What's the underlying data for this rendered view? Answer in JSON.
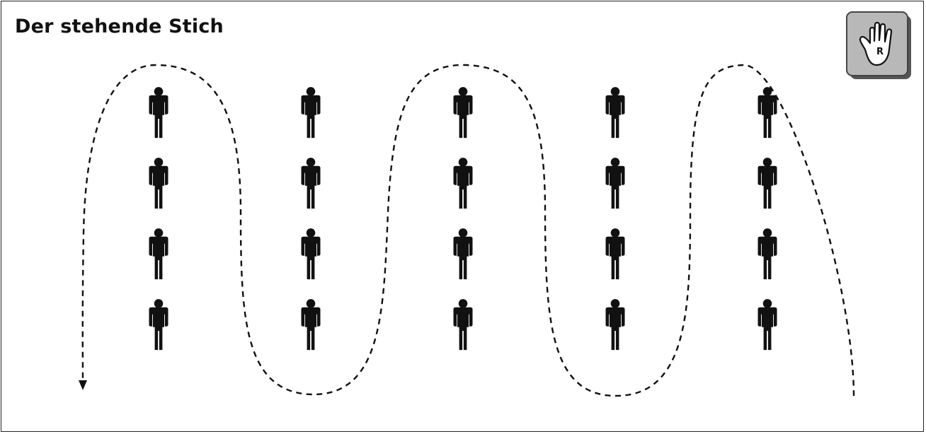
{
  "title": "Der stehende Stich",
  "badge": {
    "icon": "hand-icon",
    "letter": "R"
  },
  "figures": {
    "columns": 5,
    "rows": 4,
    "icon": "person-icon",
    "color": "#111111"
  },
  "path": {
    "style": "dashed",
    "arrow": "arrowhead-at-end",
    "color": "#111111"
  }
}
